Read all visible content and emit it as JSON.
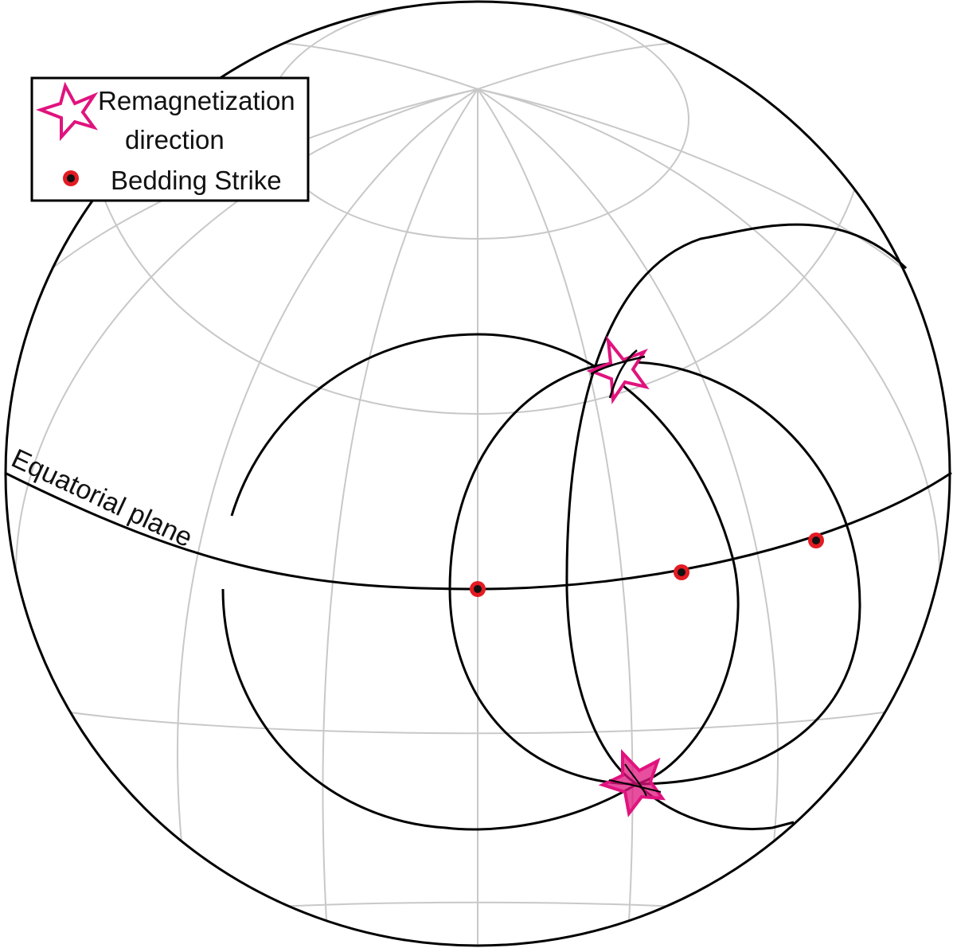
{
  "diagram": {
    "equator_label": "Equatorial plane",
    "colors": {
      "outline": "#000000",
      "grid": "#c8c8c8",
      "star": "#e0137e",
      "star_fill": "#e0137e",
      "strike_marker_ring": "#e31b23",
      "strike_marker_core": "#111111"
    },
    "legend": {
      "remag_label_line1": "Remagnetization",
      "remag_label_line2": "direction",
      "strike_label": "Bedding Strike",
      "remag_icon": "open-star-icon",
      "strike_icon": "red-ring-dot-icon"
    }
  }
}
